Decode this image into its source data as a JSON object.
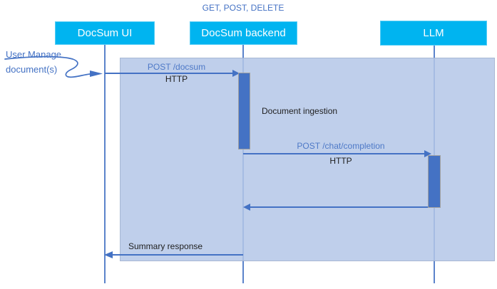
{
  "diagram": {
    "top_label": "GET, POST, DELETE",
    "actors": [
      {
        "label": "DocSum UI"
      },
      {
        "label": "DocSum backend"
      },
      {
        "label": "LLM"
      }
    ],
    "user_note": {
      "line1": "User Manage",
      "line2": "document(s)"
    },
    "messages": {
      "post_docsum": {
        "label": "POST /docsum",
        "protocol": "HTTP"
      },
      "ingestion": {
        "label": "Document ingestion"
      },
      "post_chat": {
        "label": "POST /chat/completion",
        "protocol": "HTTP"
      },
      "summary": {
        "label": "Summary response"
      }
    },
    "colors": {
      "actor_fill": "#00B4F0",
      "actor_text": "#FFFFFF",
      "accent_blue": "#4472C4",
      "panel_fill": "#B4C7E7",
      "message_label_blue": "#4E79C7",
      "dark_text": "#1F1F1F",
      "activation_bar_fill": "#4472C4",
      "activation_bar_border": "#A0A0A0"
    }
  }
}
